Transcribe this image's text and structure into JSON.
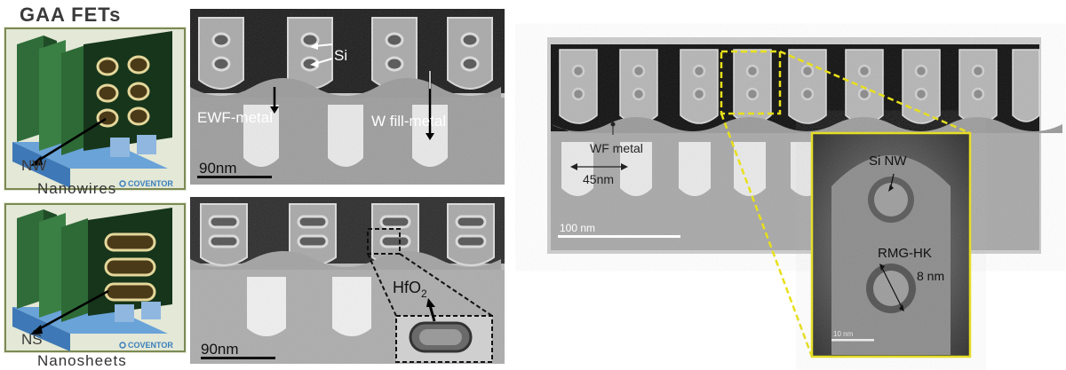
{
  "left_panel": {
    "title": "GAA FETs",
    "top_row": {
      "device_label": "NW",
      "device_caption": "Nanowires",
      "watermark": "COVENTOR",
      "tem_labels": {
        "si": "Si",
        "ewf": "EWF-metal",
        "wfill": "W fill-metal",
        "scale": "90nm"
      }
    },
    "bottom_row": {
      "device_label": "NS",
      "device_caption": "Nanosheets",
      "watermark": "COVENTOR",
      "tem_labels": {
        "hfo2": "HfO",
        "hfo2_sub": "2",
        "scale": "90nm"
      }
    }
  },
  "right_panel": {
    "labels": {
      "wf_metal": "WF metal",
      "pitch": "45nm",
      "scale_main": "100 nm",
      "si_nw": "Si NW",
      "rmg_hk": "RMG-HK",
      "dia": "8 nm",
      "scale_inset": "10 nm"
    },
    "colors": {
      "zoom_box": "#e8e01a",
      "scale_bar": "#ffffff"
    }
  }
}
